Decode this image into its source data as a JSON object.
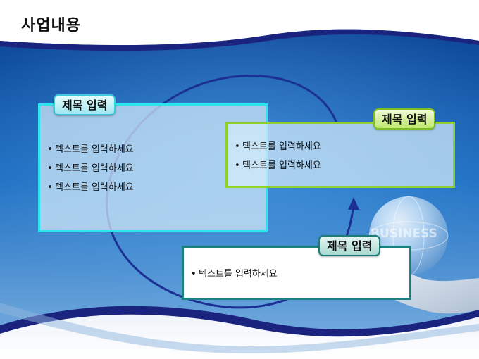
{
  "slide": {
    "title": "사업내용",
    "globe_text": "BUSINESS",
    "boxes": [
      {
        "heading": "제목 입력",
        "items": [
          "텍스트를 입력하세요",
          "텍스트를 입력하세요",
          "텍스트를 입력하세요"
        ],
        "border_color": "#2de3ee"
      },
      {
        "heading": "제목 입력",
        "items": [
          "텍스트를 입력하세요",
          "텍스트를 입력하세요"
        ],
        "border_color": "#8fd02c"
      },
      {
        "heading": "제목 입력",
        "items": [
          "텍스트를 입력하세요"
        ],
        "border_color": "#1a8080"
      }
    ]
  },
  "colors": {
    "background_blue": "#1a62b0",
    "arc_navy": "#1c2f93",
    "band_navy": "#1a237e"
  },
  "icons": [
    "circular-arrow-icon",
    "globe-icon",
    "hand-icon"
  ]
}
